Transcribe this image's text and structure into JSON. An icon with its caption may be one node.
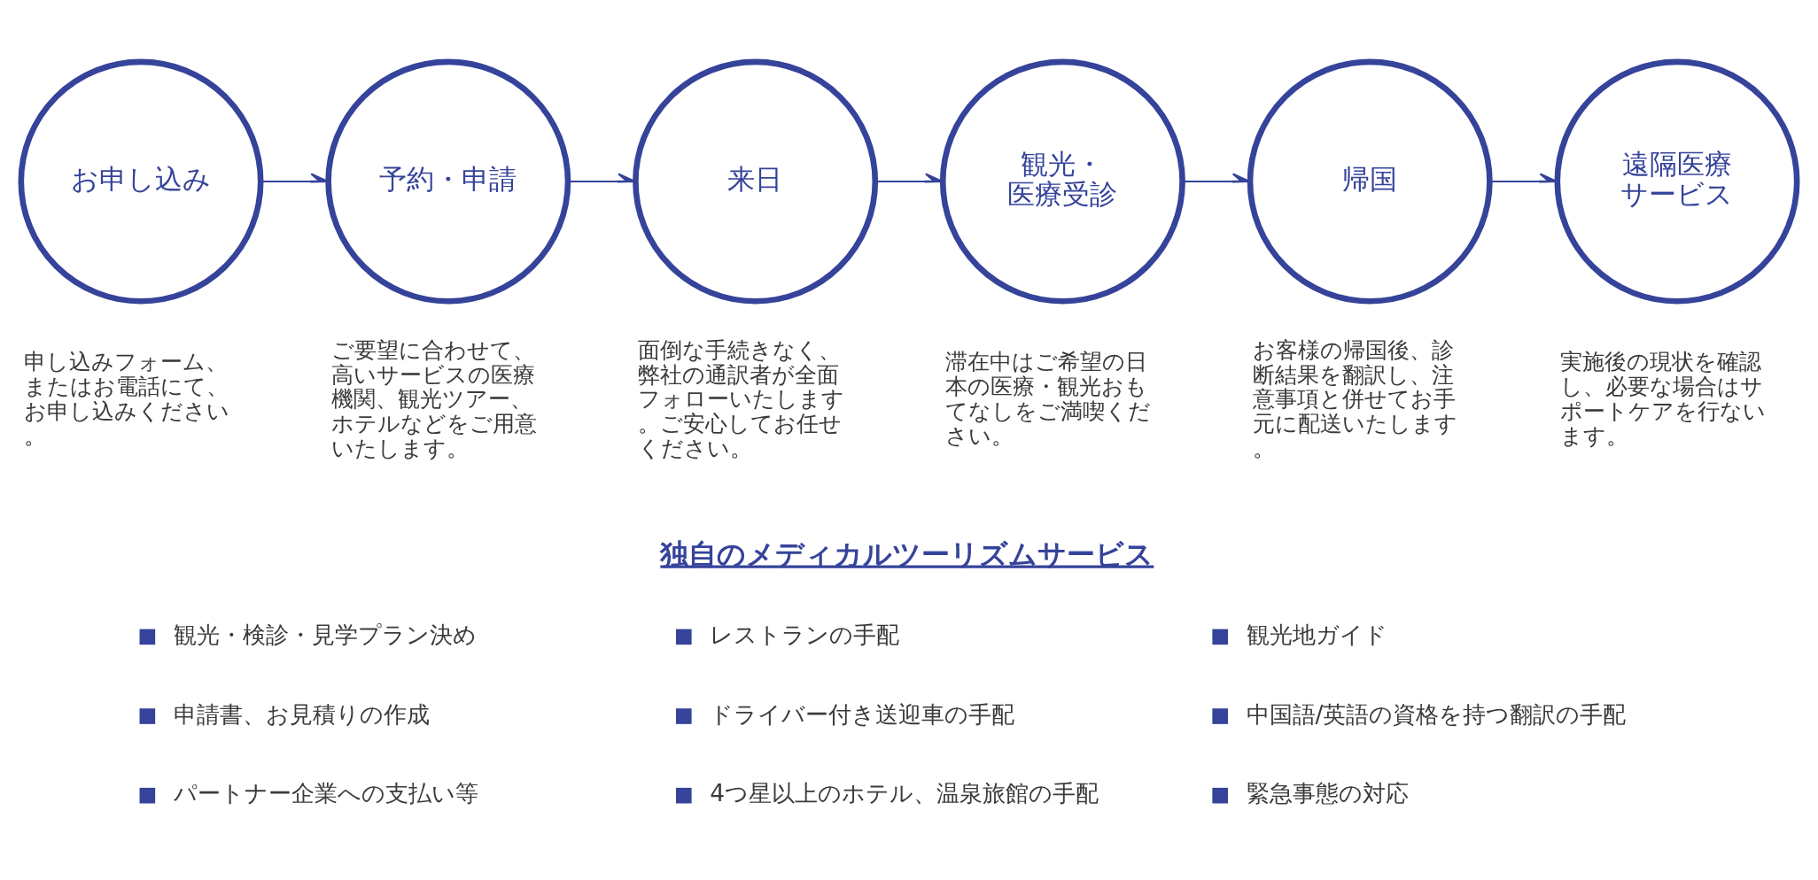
{
  "diagram": {
    "nodes": [
      {
        "text": [
          "お申し込み"
        ],
        "beside": [
          "申し込みフォーム、またはお電話にて、お申し込みください。"
        ]
      },
      {
        "text": [
          "予約・申請"
        ],
        "beside": [
          "ご要望に合わせて、高いサービスの医療機関、観光ツアー、ホテルなどをご用意いたします。"
        ]
      },
      {
        "text": [
          "来日"
        ],
        "beside": [
          "面倒な手続きなく、弊社の通訳者が全面フォローいたします。ご安心してお任せください。"
        ]
      },
      {
        "text": [
          "観光・医療受診"
        ],
        "beside": [
          "滞在中はご希望の日本の医療・観光おもてなしをご満喫ください。"
        ]
      },
      {
        "text": [
          "帰国"
        ],
        "beside": [
          "お客様の帰国後、診断結果を翻訳し、注意事項と併せてお手元に配送いたします。"
        ]
      },
      {
        "text": [
          "遠隔医療サービス"
        ],
        "beside": [
          "実施後の現状を確認し、必要な場合はサポートケアを行ないます。"
        ]
      }
    ],
    "edges": [
      {
        "from": 0,
        "to": 1,
        "arrow": "to"
      },
      {
        "from": 1,
        "to": 2,
        "arrow": "to"
      },
      {
        "from": 2,
        "to": 3,
        "arrow": "to"
      },
      {
        "from": 3,
        "to": 4,
        "arrow": "to"
      },
      {
        "from": 4,
        "to": 5,
        "arrow": "to"
      }
    ],
    "labels": [
      "独自のメディカルツーリズムサービス",
      "観光・検診・見学プラン決め",
      "レストランの手配",
      "観光地ガイド",
      "申請書、お見積りの作成",
      "ドライバー付き送迎車の手配",
      "中国語/英語の資格を持つ翻訳の手配",
      "パートナー企業への支払い等",
      "4つ星以上のホテル、温泉旅館の手配",
      "緊急事態の対応"
    ]
  }
}
